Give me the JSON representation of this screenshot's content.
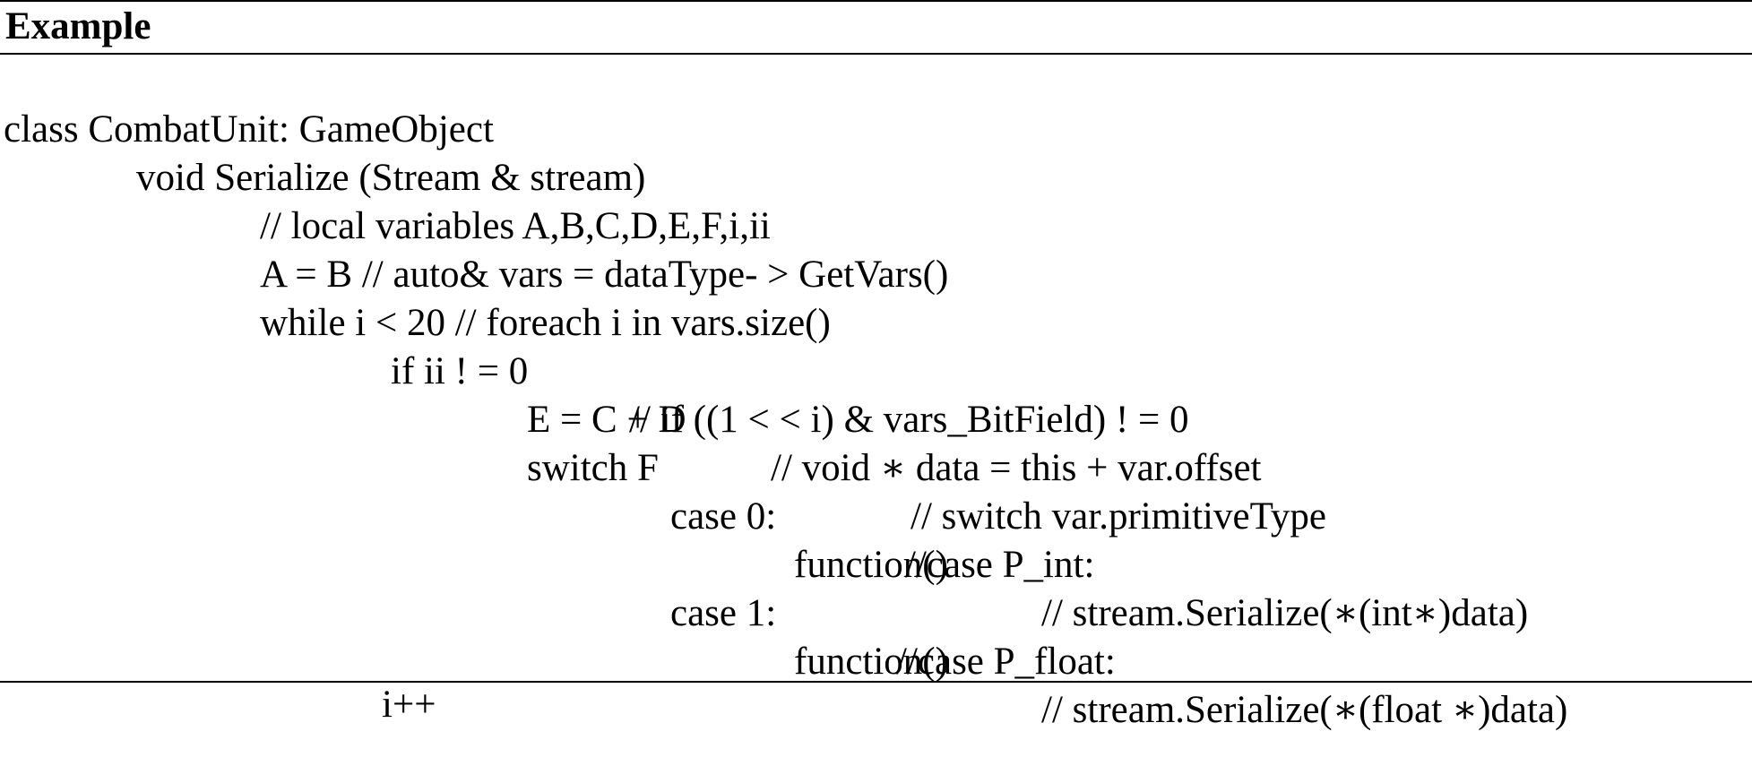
{
  "title": "Example",
  "lines": [
    {
      "code": "class CombatUnit: GameObject",
      "comment": ""
    },
    {
      "code": "void Serialize (Stream & stream)",
      "comment": ""
    },
    {
      "code": "// local variables A,B,C,D,E,F,i,ii",
      "comment": ""
    },
    {
      "code": "A = B // auto& vars = dataType- > GetVars()",
      "comment": ""
    },
    {
      "code": "while i < 20 // foreach i in vars.size()",
      "comment": ""
    },
    {
      "code": "if ii ! = 0",
      "comment": "// if ((1 < < i) & vars_BitField) ! = 0"
    },
    {
      "code": "E = C + D",
      "comment": "// void ∗ data = this + var.offset"
    },
    {
      "code": "switch F",
      "comment": "// switch var.primitiveType"
    },
    {
      "code": "case 0:",
      "comment": "//case P_int:"
    },
    {
      "code": "function()",
      "comment": "// stream.Serialize(∗(int∗)data)"
    },
    {
      "code": "case 1:",
      "comment": "//case P_float:"
    },
    {
      "code": "function()",
      "comment": "// stream.Serialize(∗(float ∗)data)"
    },
    {
      "code": "i++",
      "comment": ""
    }
  ]
}
